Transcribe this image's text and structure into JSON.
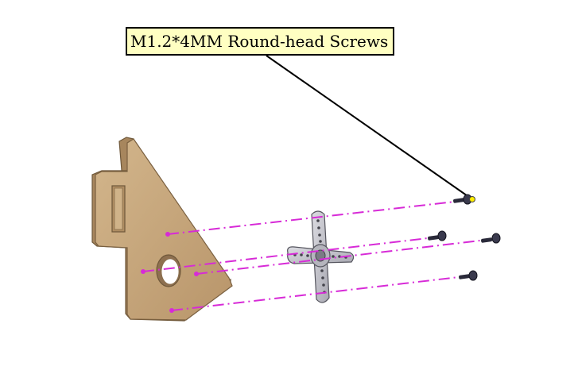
{
  "callout": {
    "label": "M1.2*4MM Round-head Screws"
  },
  "colors": {
    "callout_fill": "#ffffc2",
    "bracket_wood": "#c8a97e",
    "bracket_edge": "#8a6e4b",
    "horn_face": "#c9c9cf",
    "screw": "#2a2a3a",
    "assembly_line": "#d72ad7",
    "leader_tip": "#ffee00"
  },
  "parts": [
    {
      "name": "wooden-bracket"
    },
    {
      "name": "servo-horn-cross"
    },
    {
      "name": "round-head-screw",
      "count": 4
    }
  ]
}
